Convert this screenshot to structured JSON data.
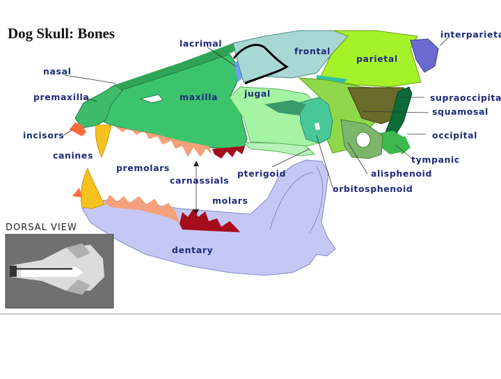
{
  "title": "Dog Skull: Bones",
  "dorsal_view_label": "DORSAL VIEW",
  "labels": {
    "nasal": "nasal",
    "premaxilla": "premaxilla",
    "incisors": "incisors",
    "canines": "canines",
    "premolars": "premolars",
    "carnassials": "carnassials",
    "molars": "molars",
    "dentary": "dentary",
    "lacrimal": "lacrimal",
    "maxilla": "maxilla",
    "jugal": "jugal",
    "pterigoid": "pterigoid",
    "frontal": "frontal",
    "parietal": "parietal",
    "interparietal": "interparietal",
    "supraoccipital": "supraoccipital",
    "squamosal": "squamosal",
    "occipital": "occipital",
    "tympanic": "tympanic",
    "alisphenoid": "alisphenoid",
    "orbitosphenoid": "orbitosphenoid"
  },
  "colors": {
    "maxilla": "#3cc46c",
    "premaxilla": "#3dbb6a",
    "nasal": "#2ea556",
    "lacrimal": "#6ea0f0",
    "frontal": "#a9d7d4",
    "parietal": "#a6f22a",
    "interparietal": "#6a6acf",
    "jugal": "#a4f4a4",
    "supraoccipital": "#6a6a2a",
    "squamosal": "#90d74a",
    "occipital": "#0a6a3a",
    "tympanic": "#3cb84c",
    "alisphenoid": "#7cb66a",
    "orbitosphenoid": "#48c898",
    "pterigoid": "#b9f3b9",
    "dentary": "#c5c8f5",
    "teeth": "#f4a07a",
    "carnassials": "#a50d1c",
    "canines": "#f7c21f",
    "incisors": "#ff6a3a",
    "label_text": "#1f2a7a"
  }
}
